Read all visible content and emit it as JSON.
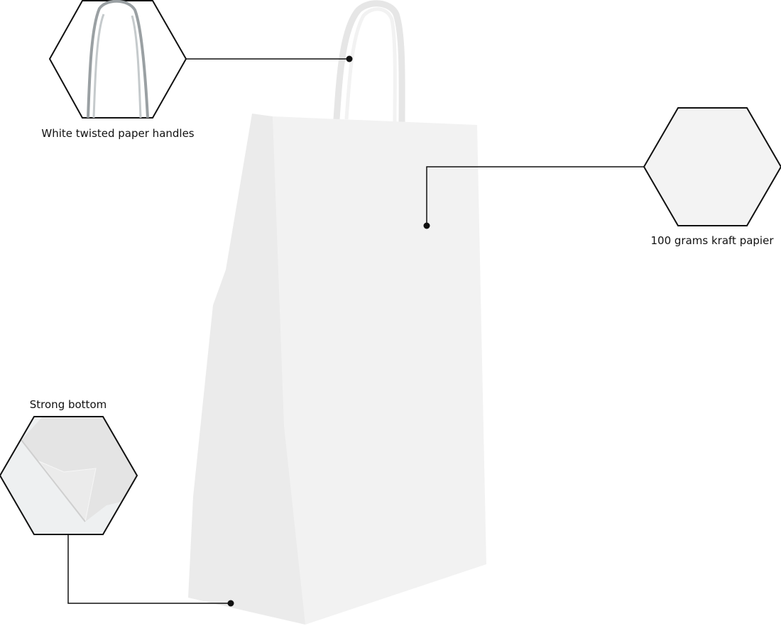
{
  "callouts": {
    "handles": {
      "label": "White twisted paper handles"
    },
    "paper": {
      "label": "100 grams kraft papier"
    },
    "bottom": {
      "label": "Strong bottom"
    }
  },
  "colors": {
    "line": "#111111",
    "bag_front": "#f1f1f1",
    "bag_side": "#eaeaea",
    "handle": "#f4f4f4"
  }
}
